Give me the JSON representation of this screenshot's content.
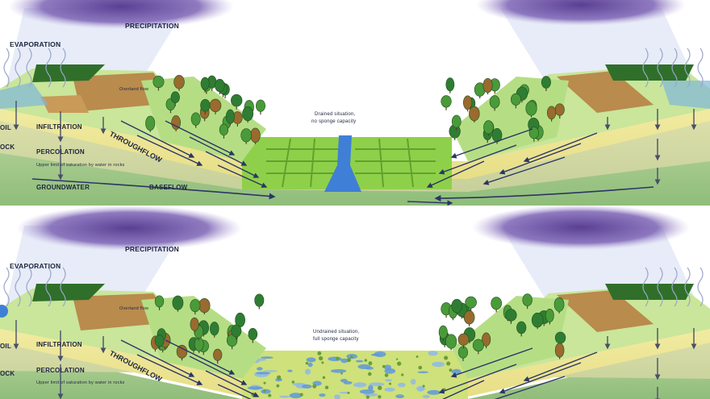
{
  "panels": [
    {
      "id": "drained",
      "labels": {
        "evaporation": "EVAPORATION",
        "precipitation": "PRECIPITATION",
        "soil": "OIL",
        "infiltration": "INFILTRATION",
        "rock": "OCK",
        "percolation": "PERCOLATION",
        "saturation_limit": "Upper limit of saturation by water in rocks",
        "groundwater": "GROUNDWATER",
        "baseflow": "BASEFLOW",
        "throughflow": "THROUGHFLOW",
        "overland_flow": "Overland flow",
        "situation_line1": "Drained situation,",
        "situation_line2": "no sponge capacity"
      }
    },
    {
      "id": "undrained",
      "labels": {
        "evaporation": "EVAPORATION",
        "precipitation": "PRECIPITATION",
        "soil": "OIL",
        "infiltration": "INFILTRATION",
        "rock": "OCK",
        "percolation": "PERCOLATION",
        "saturation_limit": "Upper limit of saturation by water in rocks",
        "throughflow": "THROUGHFLOW",
        "overland_flow": "Overland flow",
        "situation_line1": "Undrained situation,",
        "situation_line2": "full sponge capacity"
      }
    }
  ],
  "colors": {
    "cloud": "#6a4f9e",
    "rain": "#b8c6e6",
    "field": "#9ad24a",
    "river": "#3f7fd6",
    "soil": "#f1ea9a",
    "rock": "#d9dfa8",
    "ground": "#a8c88a",
    "trees": "#3f8f3a",
    "arrow": "#2b3565"
  }
}
